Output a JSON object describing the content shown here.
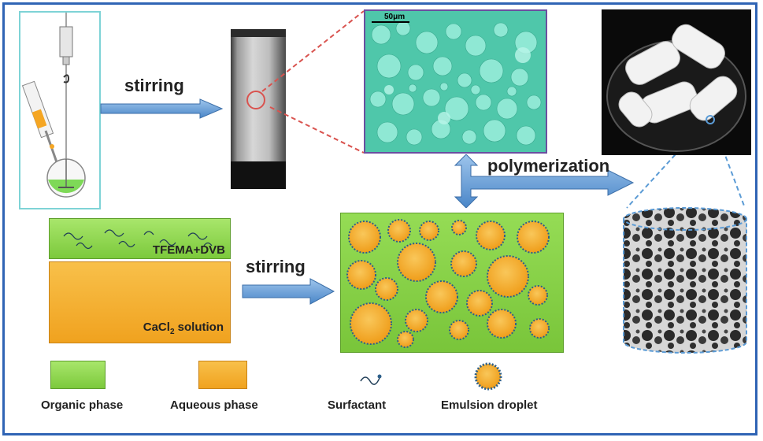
{
  "labels": {
    "stirring_top": "stirring",
    "stirring_bottom": "stirring",
    "polymerization": "polymerization",
    "organic_layer": "TFEMA+DVB",
    "aqueous_layer_prefix": "CaCl",
    "aqueous_layer_sub": "2",
    "aqueous_layer_suffix": " solution",
    "scale_bar": "50μm"
  },
  "legend": [
    {
      "name": "organic-phase",
      "label": "Organic phase"
    },
    {
      "name": "aqueous-phase",
      "label": "Aqueous phase"
    },
    {
      "name": "surfactant",
      "label": "Surfactant"
    },
    {
      "name": "emulsion-droplet",
      "label": "Emulsion droplet"
    }
  ],
  "colors": {
    "frame": "#2f64b5",
    "organic": "#8ed84a",
    "aqueous": "#f5b335",
    "arrow": "#5b9bd5",
    "zoom_line": "#d9534f",
    "micrograph": "#5ed0b4"
  }
}
